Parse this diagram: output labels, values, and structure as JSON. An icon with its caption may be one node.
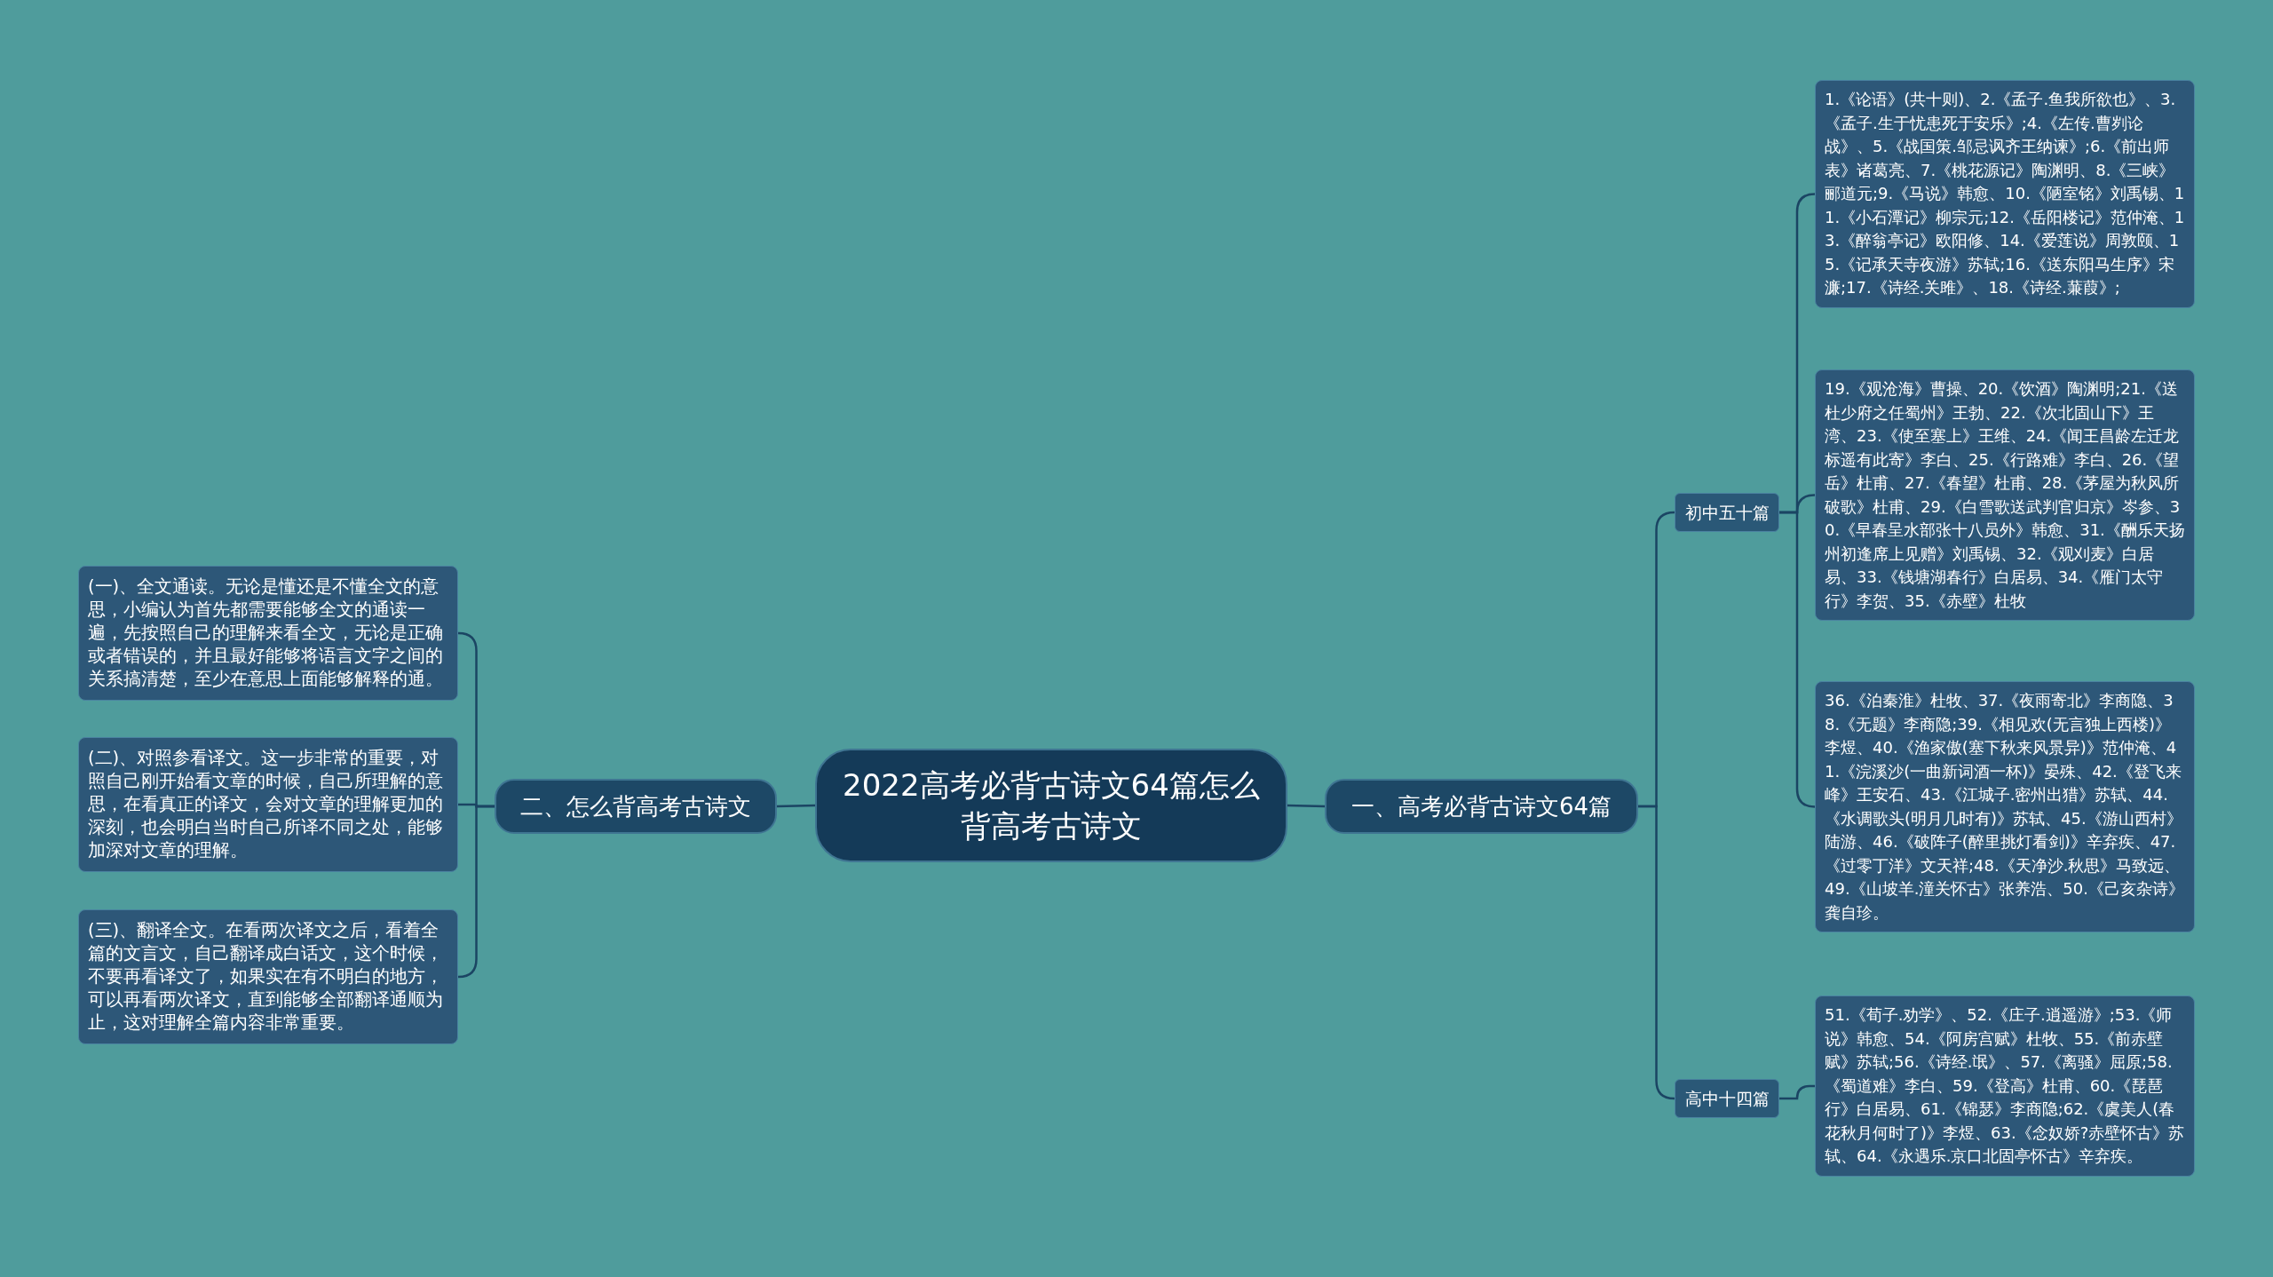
{
  "diagram": {
    "nodes": [
      {
        "text": [
          "2022高考必背古诗文64篇怎么背高考古诗文"
        ]
      },
      {
        "text": [
          "一、高考必背古诗文64篇"
        ]
      },
      {
        "text": [
          "初中五十篇"
        ]
      },
      {
        "text": [
          "1.《论语》(共十则)、2.《孟子.鱼我所欲也》、3.《孟子.生于忧患死于安乐》;4.《左传.曹刿论战》、5.《战国策.邹忌讽齐王纳谏》;6.《前出师表》诸葛亮、7.《桃花源记》陶渊明、8.《三峡》郦道元;9.《马说》韩愈、10.《陋室铭》刘禹锡、11.《小石潭记》柳宗元;12.《岳阳楼记》范仲淹、13.《醉翁亭记》欧阳修、14.《爱莲说》周敦颐、15.《记承天寺夜游》苏轼;16.《送东阳马生序》宋濂;17.《诗经.关雎》、18.《诗经.蒹葭》;"
        ]
      },
      {
        "text": [
          "19.《观沧海》曹操、20.《饮酒》陶渊明;21.《送杜少府之任蜀州》王勃、22.《次北固山下》王湾、23.《使至塞上》王维、24.《闻王昌龄左迁龙标遥有此寄》李白、25.《行路难》李白、26.《望岳》杜甫、27.《春望》杜甫、28.《茅屋为秋风所破歌》杜甫、29.《白雪歌送武判官归京》岑参、30.《早春呈水部张十八员外》韩愈、31.《酬乐天扬州初逢席上见赠》刘禹锡、32.《观刈麦》白居易、33.《钱塘湖春行》白居易、34.《雁门太守行》李贺、35.《赤壁》杜牧"
        ]
      },
      {
        "text": [
          "36.《泊秦淮》杜牧、37.《夜雨寄北》李商隐、38.《无题》李商隐;39.《相见欢(无言独上西楼)》李煜、40.《渔家傲(塞下秋来风景异)》范仲淹、41.《浣溪沙(一曲新词酒一杯)》晏殊、42.《登飞来峰》王安石、43.《江城子.密州出猎》苏轼、44.《水调歌头(明月几时有)》苏轼、45.《游山西村》陆游、46.《破阵子(醉里挑灯看剑)》辛弃疾、47.《过零丁洋》文天祥;48.《天净沙.秋思》马致远、49.《山坡羊.潼关怀古》张养浩、50.《己亥杂诗》龚自珍。"
        ]
      },
      {
        "text": [
          "高中十四篇"
        ]
      },
      {
        "text": [
          "51.《荀子.劝学》、52.《庄子.逍遥游》;53.《师说》韩愈、54.《阿房宫赋》杜牧、55.《前赤壁赋》苏轼;56.《诗经.氓》、57.《离骚》屈原;58.《蜀道难》李白、59.《登高》杜甫、60.《琵琶行》白居易、61.《锦瑟》李商隐;62.《虞美人(春花秋月何时了)》李煜、63.《念奴娇?赤壁怀古》苏轼、64.《永遇乐.京口北固亭怀古》辛弃疾。"
        ]
      },
      {
        "text": [
          "二、怎么背高考古诗文"
        ]
      },
      {
        "text": [
          "(一)、全文通读。无论是懂还是不懂全文的意思，小编认为首先都需要能够全文的通读一遍，先按照自己的理解来看全文，无论是正确或者错误的，并且最好能够将语言文字之间的关系搞清楚，至少在意思上面能够解释的通。"
        ]
      },
      {
        "text": [
          "(二)、对照参看译文。这一步非常的重要，对照自己刚开始看文章的时候，自己所理解的意思，在看真正的译文，会对文章的理解更加的深刻，也会明白当时自己所译不同之处，能够加深对文章的理解。"
        ]
      },
      {
        "text": [
          "(三)、翻译全文。在看两次译文之后，看着全篇的文言文，自己翻译成白话文，这个时候，不要再看译文了，如果实在有不明白的地方，可以再看两次译文，直到能够全部翻译通顺为止，这对理解全篇内容非常重要。"
        ]
      }
    ],
    "edges": [
      {
        "from": 0,
        "to": 1,
        "arrow": "none"
      },
      {
        "from": 1,
        "to": 2,
        "arrow": "none"
      },
      {
        "from": 2,
        "to": 3,
        "arrow": "none"
      },
      {
        "from": 2,
        "to": 4,
        "arrow": "none"
      },
      {
        "from": 2,
        "to": 5,
        "arrow": "none"
      },
      {
        "from": 1,
        "to": 6,
        "arrow": "none"
      },
      {
        "from": 6,
        "to": 7,
        "arrow": "none"
      },
      {
        "from": 0,
        "to": 8,
        "arrow": "none"
      },
      {
        "from": 8,
        "to": 9,
        "arrow": "none"
      },
      {
        "from": 8,
        "to": 10,
        "arrow": "none"
      },
      {
        "from": 8,
        "to": 11,
        "arrow": "none"
      }
    ]
  }
}
